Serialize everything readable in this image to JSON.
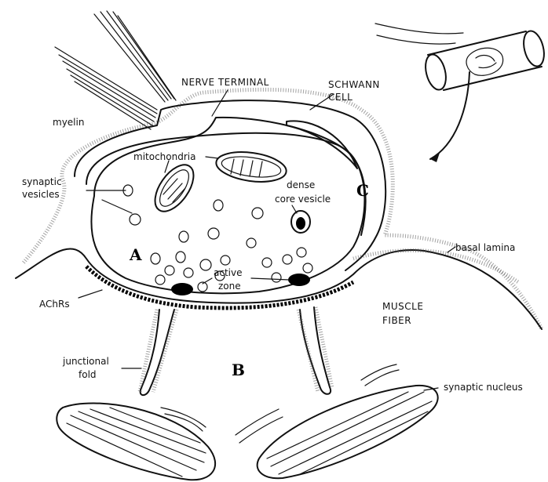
{
  "labels": {
    "nerve_terminal": "NERVE TERMINAL",
    "schwann_line1": "SCHWANN",
    "schwann_line2": "CELL",
    "myelin": "myelin",
    "synaptic_line1": "synaptic",
    "synaptic_line2": "vesicles",
    "mitochondria": "mitochondria",
    "dense_line1": "dense",
    "dense_line2": "core vesicle",
    "active_line1": "active",
    "active_line2": "zone",
    "basal_lamina": "basal lamina",
    "achrs": "AChRs",
    "muscle_line1": "MUSCLE",
    "muscle_line2": "FIBER",
    "junctional_line1": "junctional",
    "junctional_line2": "fold",
    "synaptic_nucleus": "synaptic nucleus"
  },
  "markers": {
    "a": "A",
    "b": "B",
    "c": "C"
  },
  "colors": {
    "ink": "#111111",
    "background": "#ffffff"
  }
}
